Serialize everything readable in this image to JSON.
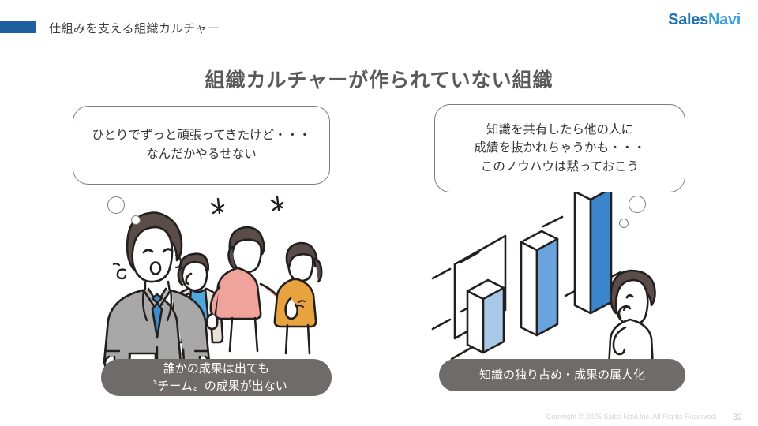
{
  "header": {
    "section_title": "仕組みを支える組織カルチャー",
    "brand_primary": "Sales",
    "brand_secondary": "Navi",
    "accent_color": "#1f5fa0"
  },
  "page_title": "組織カルチャーが作られていない組織",
  "left_panel": {
    "bubble_lines": [
      "ひとりでずっと頑張ってきたけど・・・",
      "なんだかやるせない"
    ],
    "caption_lines": [
      "誰かの成果は出ても",
      "〝チーム〟の成果が出ない"
    ],
    "illustration_name": "lonely-salesman-with-chatting-colleagues"
  },
  "right_panel": {
    "bubble_lines": [
      "知識を共有したら他の人に",
      "成績を抜かれちゃうかも・・・",
      "このノウハウは黙っておこう"
    ],
    "caption_lines": [
      "知識の独り占め・成果の属人化"
    ],
    "illustration_name": "person-viewing-isometric-bar-chart"
  },
  "footer": {
    "copyright": "Copyright © 2025 Sales Navi Inc. All Rights Reserved.",
    "page_number": "32"
  },
  "colors": {
    "caption_gray": "#6f6b6b",
    "bubble_border": "#7d7d7d",
    "title_gray": "#5a5a5a",
    "bar_light": "#a8c8e8",
    "bar_medium": "#6ba3dc",
    "bar_dark": "#3a85cc",
    "suit_gray": "#a8a8a8",
    "tie_blue": "#3d8ece",
    "top_pink": "#f0a39b",
    "top_orange": "#e8a33f",
    "top_blue": "#4fa8dd",
    "cardigan_beige": "#e8e2d8",
    "hair_dark": "#5a4c48",
    "skin": "#ffffff"
  }
}
